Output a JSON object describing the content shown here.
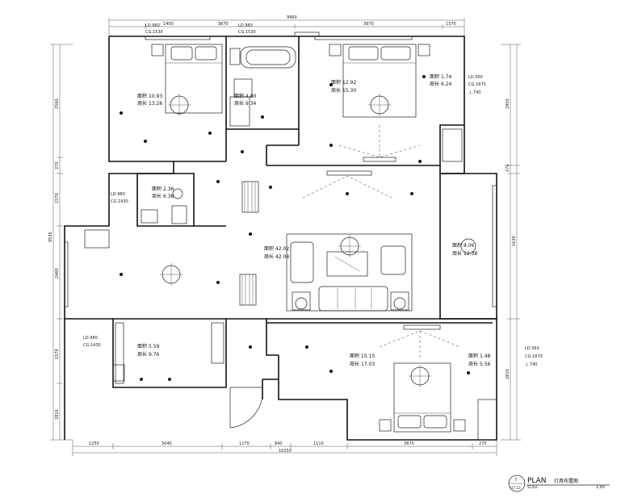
{
  "dimensions": {
    "top_overall": "9960",
    "top_segments": [
      "1400",
      "3870",
      "3970",
      "1370"
    ],
    "left_overall": "9530",
    "left_segments": [
      "2560",
      "270",
      "1570",
      "2460",
      "1570",
      "2810"
    ],
    "right_overall": "",
    "right_segments": [
      "2950",
      "270",
      "1630",
      "2810"
    ],
    "bottom_overall": "10250",
    "bottom_segments": [
      "1250",
      "3040",
      "1270",
      "840",
      "1110",
      "3870",
      "270"
    ]
  },
  "level_tags": {
    "tag_a_ld": "LD.980",
    "tag_a_cg": "CG.1530",
    "tag_b_ld": "LD.980",
    "tag_b_cg": "CG.1530",
    "tag_c_ld": "LD.560",
    "tag_c_cg": "CG.1870",
    "tag_c_h": "↓.740",
    "tag_d_ld": "LD.980",
    "tag_d_cg": "CG.1430",
    "tag_e_ld": "LD.980",
    "tag_e_cg": "CG.1430",
    "tag_f_ld": "LD.560",
    "tag_f_cg": "CG.1870",
    "tag_f_h": "↓.740"
  },
  "rooms": {
    "bedroom_nw": {
      "label1": "面积",
      "val1": "10.93",
      "label2": "周长",
      "val2": "13.26"
    },
    "bath_top": {
      "label1": "面积",
      "val1": "4.80",
      "label2": "周长",
      "val2": "9.34"
    },
    "bedroom_ne": {
      "label1": "面积",
      "val1": "12.92",
      "label2": "周长",
      "val2": "15.30"
    },
    "balcony_ne": {
      "label1": "面积",
      "val1": "1.74",
      "label2": "周长",
      "val2": "6.24"
    },
    "bath_small": {
      "label1": "面积",
      "val1": "2.36",
      "label2": "周长",
      "val2": "6.38"
    },
    "living": {
      "label1": "面积",
      "val1": "42.02",
      "label2": "周长",
      "val2": "42.08"
    },
    "balcony_e": {
      "label1": "面积",
      "val1": "8.06",
      "label2": "周长",
      "val2": "12.38"
    },
    "kitchen": {
      "label1": "面积",
      "val1": "5.59",
      "label2": "周长",
      "val2": "9.76"
    },
    "bedroom_se": {
      "label1": "面积",
      "val1": "15.15",
      "label2": "周长",
      "val2": "17.03"
    },
    "wardrobe_se": {
      "label1": "面积",
      "val1": "1.48",
      "label2": "周长",
      "val2": "5.56"
    }
  },
  "title": {
    "number": "7",
    "sheet": "I17.12",
    "word": "PLAN",
    "sub": "SCALE",
    "name": "灯具布置图",
    "scale": "1:65"
  }
}
